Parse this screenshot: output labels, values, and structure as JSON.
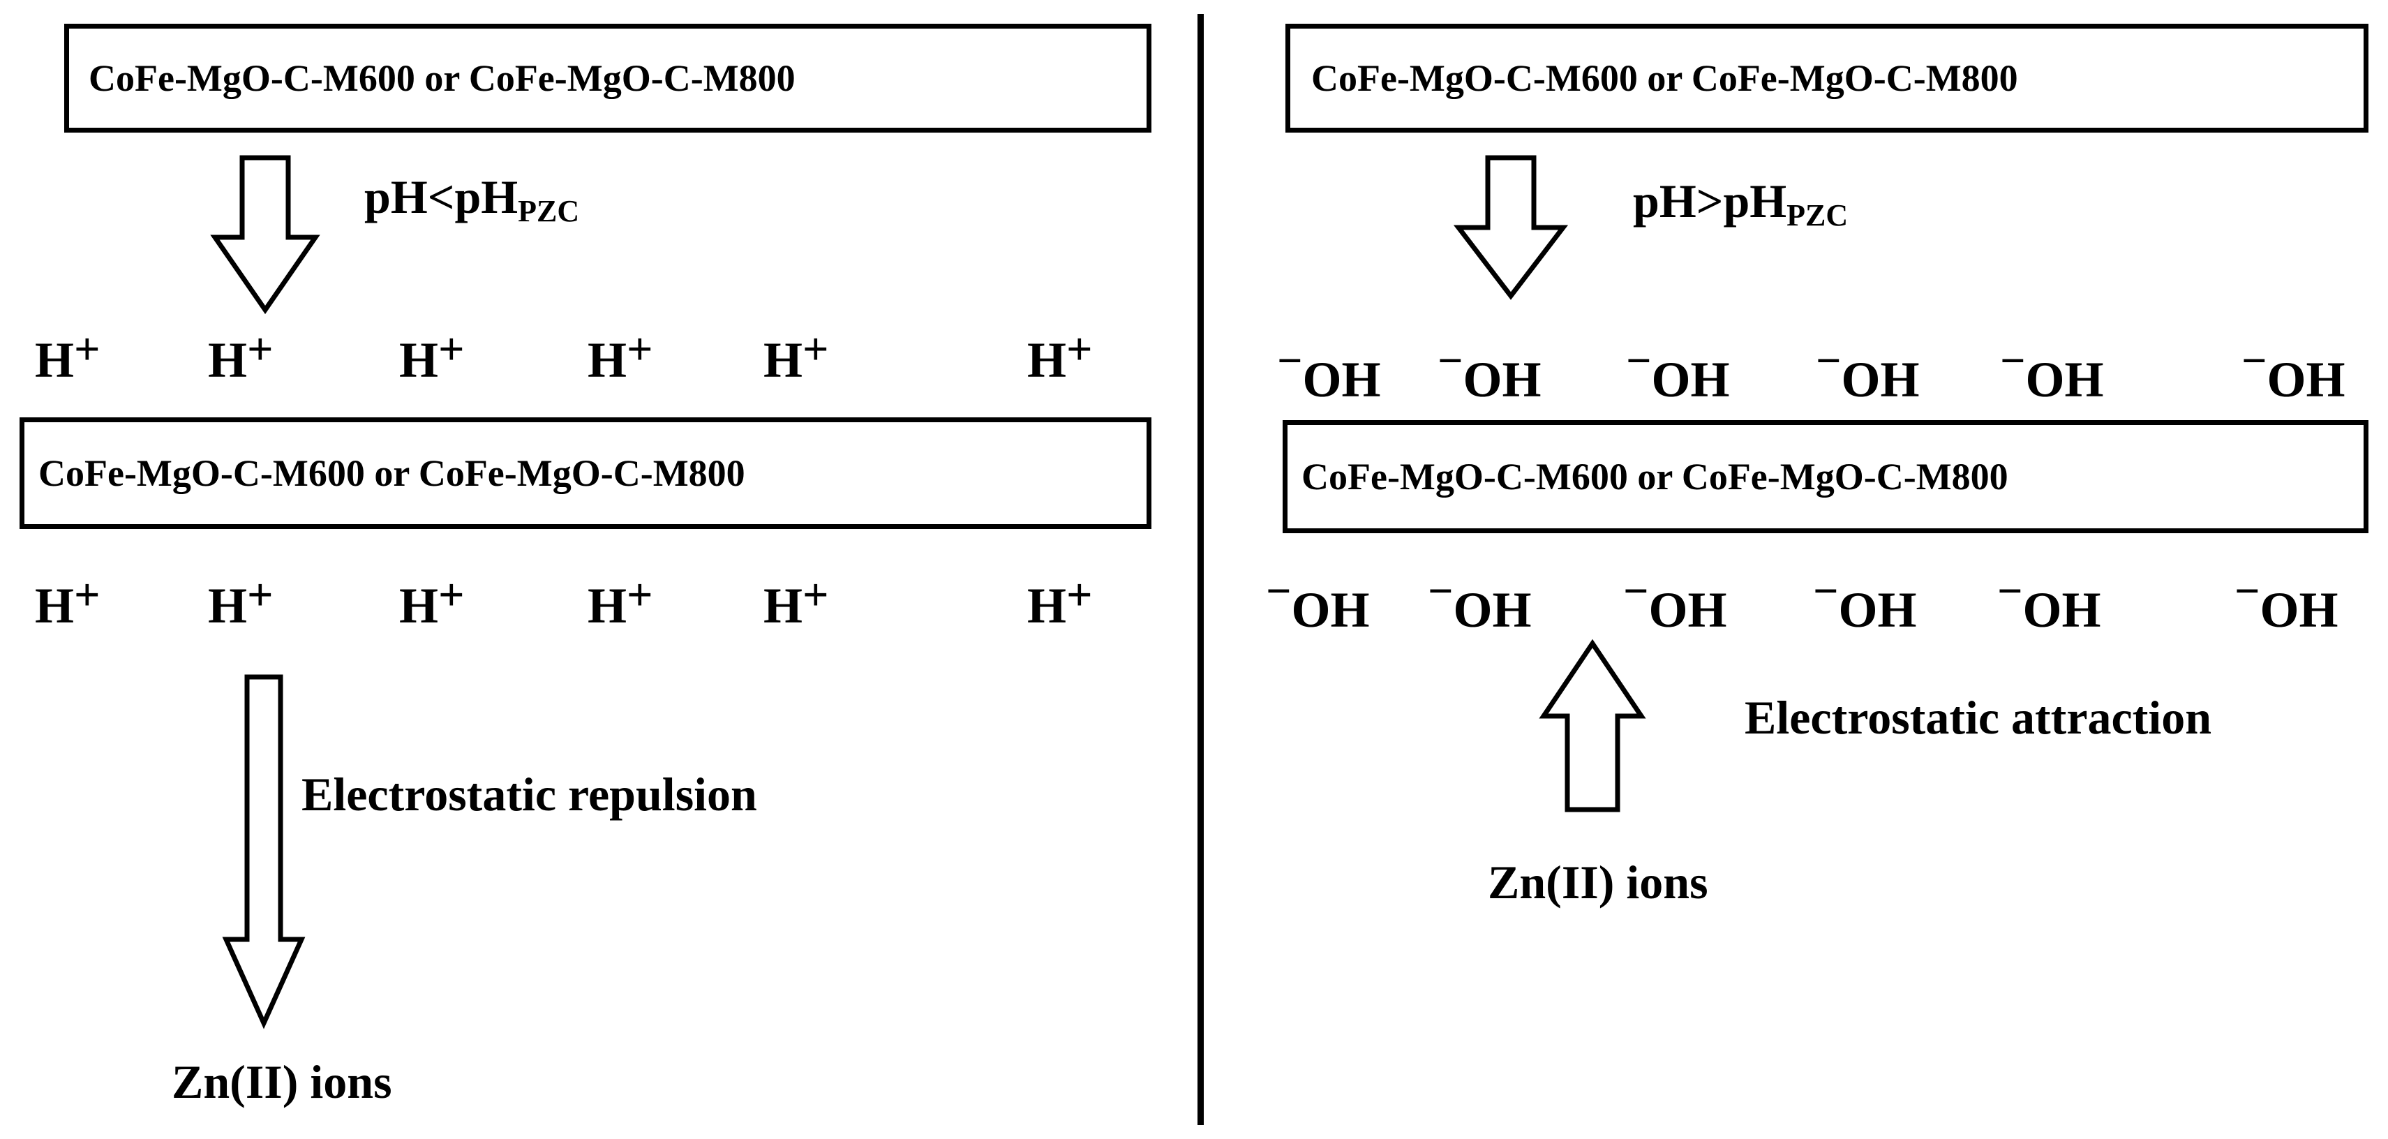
{
  "left": {
    "top_box": "CoFe-MgO-C-M600 or CoFe-MgO-C-M800",
    "condition": {
      "main": "pH<pH",
      "sub": "PZC"
    },
    "ions_top": [
      "H",
      "H",
      "H",
      "H",
      "H",
      "H"
    ],
    "ion_charge": "+",
    "mid_box": "CoFe-MgO-C-M600 or CoFe-MgO-C-M800",
    "ions_bottom": [
      "H",
      "H",
      "H",
      "H",
      "H",
      "H"
    ],
    "interaction": "Electrostatic repulsion",
    "target": "Zn(II) ions"
  },
  "right": {
    "top_box": "CoFe-MgO-C-M600 or CoFe-MgO-C-M800",
    "condition": {
      "main": "pH>pH",
      "sub": "PZC"
    },
    "ions_top": [
      "OH",
      "OH",
      "OH",
      "OH",
      "OH",
      "OH"
    ],
    "ion_charge": "−",
    "mid_box": "CoFe-MgO-C-M600 or CoFe-MgO-C-M800",
    "ions_bottom": [
      "OH",
      "OH",
      "OH",
      "OH",
      "OH",
      "OH"
    ],
    "interaction": "Electrostatic attraction",
    "target": "Zn(II) ions"
  }
}
